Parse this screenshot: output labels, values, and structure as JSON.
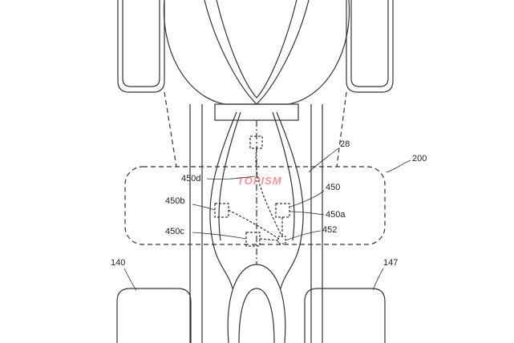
{
  "labels": {
    "l28": "28",
    "l200": "200",
    "l450d": "450d",
    "l450": "450",
    "l450b": "450b",
    "l450a": "450a",
    "l450c": "450c",
    "l452": "452",
    "l140": "140",
    "l147": "147"
  },
  "watermark": "TOPISM",
  "colors": {
    "line": "#333333",
    "watermark": "#dc3c46"
  }
}
